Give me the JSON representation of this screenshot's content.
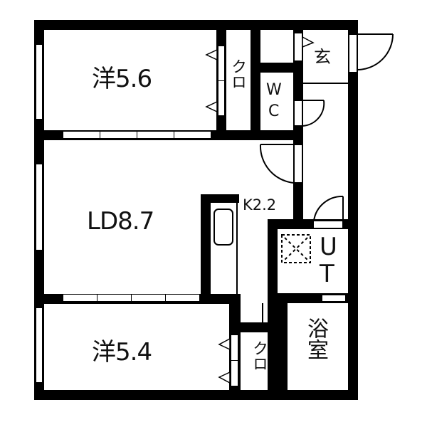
{
  "floor_plan": {
    "colors": {
      "wall": "#000000",
      "floor": "#ffffff",
      "text": "#111111"
    },
    "rooms": [
      {
        "id": "western-room-1",
        "label": "洋5.6",
        "type": "bedroom",
        "area_jo": 5.6
      },
      {
        "id": "closet-1",
        "label": "クロ",
        "type": "closet"
      },
      {
        "id": "toilet",
        "label": "WC",
        "label_top": "W",
        "label_bottom": "C",
        "type": "toilet"
      },
      {
        "id": "entrance",
        "label": "玄",
        "type": "entrance"
      },
      {
        "id": "living-dining",
        "label": "LD8.7",
        "type": "living-dining",
        "area_jo": 8.7
      },
      {
        "id": "kitchen",
        "label": "K2.2",
        "type": "kitchen",
        "area_jo": 2.2
      },
      {
        "id": "utility",
        "label": "UT",
        "label_top": "U",
        "label_bottom": "T",
        "type": "utility"
      },
      {
        "id": "western-room-2",
        "label": "洋5.4",
        "type": "bedroom",
        "area_jo": 5.4
      },
      {
        "id": "closet-2",
        "label": "クロ",
        "type": "closet"
      },
      {
        "id": "bathroom",
        "label": "浴室",
        "type": "bathroom"
      }
    ],
    "fixtures": [
      {
        "id": "kitchen-sink",
        "type": "sink"
      },
      {
        "id": "washing-machine-pan",
        "type": "washer-space"
      }
    ],
    "doors": [
      {
        "id": "front-door",
        "type": "swing"
      },
      {
        "id": "wc-door",
        "type": "swing"
      },
      {
        "id": "ld-door",
        "type": "swing"
      },
      {
        "id": "ut-door",
        "type": "swing"
      }
    ]
  }
}
